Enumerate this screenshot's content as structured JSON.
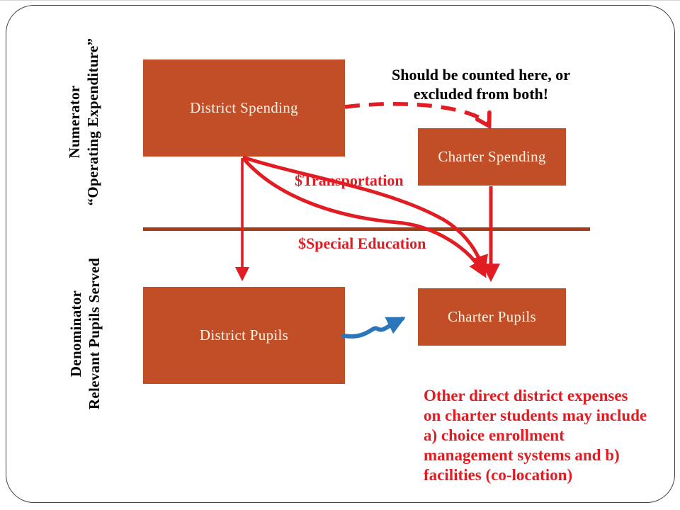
{
  "colors": {
    "box_fill": "#c24e27",
    "box_text": "#fdf4e7",
    "divider": "#a23d16",
    "arrow_red": "#e11c22",
    "arrow_blue": "#2b75ba",
    "note_black": "#000000",
    "frame_border": "#3f3f3f"
  },
  "left_labels": {
    "numerator": {
      "line1": "Numerator",
      "line2": "“Operating Expenditure”"
    },
    "denominator": {
      "line1": "Denominator",
      "line2": "Relevant Pupils Served"
    }
  },
  "boxes": {
    "district_spending": "District Spending",
    "charter_spending": "Charter Spending",
    "district_pupils": "District Pupils",
    "charter_pupils": "Charter Pupils"
  },
  "annotations": {
    "counted_note": {
      "lines": [
        "Should be counted here, or",
        "excluded from both!"
      ]
    },
    "transportation": "$Transportation",
    "special_education": "$Special Education",
    "other_expenses": {
      "lines": [
        "Other direct district expenses",
        "on charter students may include",
        "a) choice enrollment",
        "management systems and b)",
        "facilities (co-location)"
      ]
    }
  }
}
